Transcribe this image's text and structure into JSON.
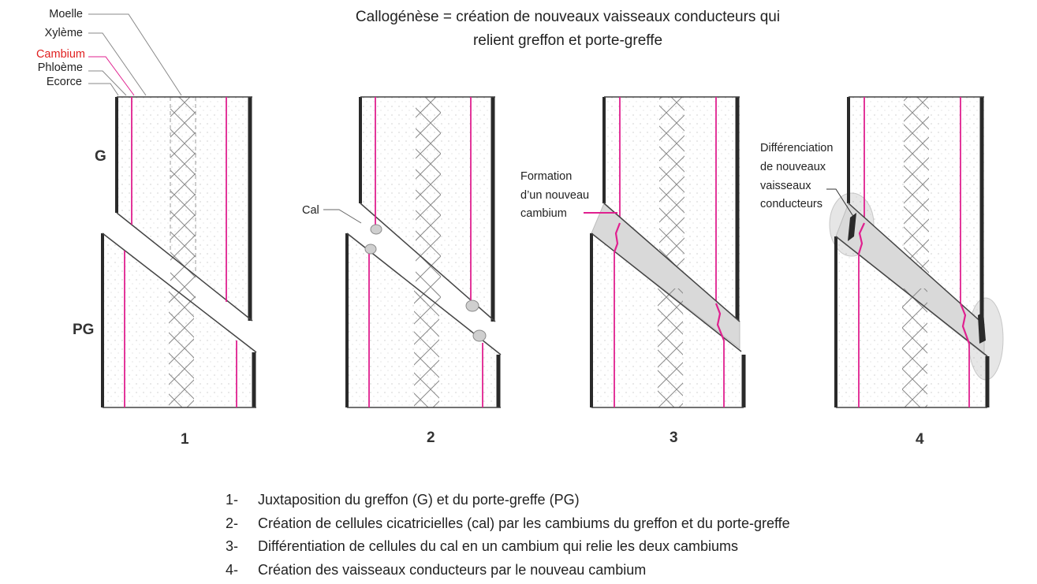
{
  "title": {
    "line1": "Callogénèse = création de nouveaux vaisseaux conducteurs qui",
    "line2": "relient greffon et porte-greffe"
  },
  "tissue_labels": {
    "moelle": "Moelle",
    "xyleme": "Xylème",
    "cambium": "Cambium",
    "phloeme": "Phloème",
    "ecorce": "Ecorce"
  },
  "side_labels": {
    "greffon": "G",
    "porte_greffe": "PG"
  },
  "stage_annotations": {
    "cal": "Cal",
    "formation_1": "Formation",
    "formation_2": "d’un nouveau",
    "formation_3": "cambium",
    "diff_1": "Différenciation",
    "diff_2": "de nouveaux",
    "diff_3": "vaisseaux",
    "diff_4": "conducteurs"
  },
  "stage_numbers": [
    "1",
    "2",
    "3",
    "4"
  ],
  "legend": [
    {
      "num": "1-",
      "text": "Juxtaposition du greffon (G) et du porte-greffe (PG)"
    },
    {
      "num": "2-",
      "text": "Création de cellules cicatricielles (cal) par les cambiums du greffon et du porte-greffe"
    },
    {
      "num": "3-",
      "text": "Différentiation de cellules du cal en un cambium qui relie les deux cambiums"
    },
    {
      "num": "4-",
      "text": "Création des vaisseaux conducteurs par le nouveau cambium"
    }
  ],
  "colors": {
    "cambium": "#e0208f",
    "bark": "#2a2a2a",
    "xylem": "#8a8a8a",
    "label_highlight": "#e02020",
    "callus": "#bdbdbd"
  }
}
